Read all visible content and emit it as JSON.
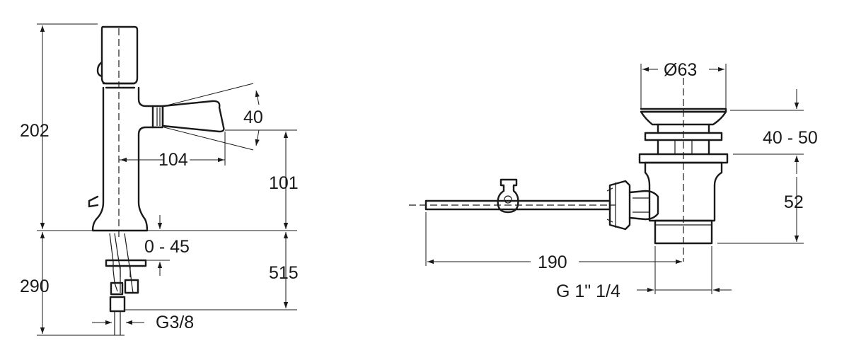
{
  "faucet": {
    "dim_height_body": "202",
    "dim_height_lower": "290",
    "dim_spout_reach": "104",
    "dim_spout_angle": "40",
    "dim_spout_height": "101",
    "dim_deck_thickness": "0 - 45",
    "dim_hose_length": "515",
    "dim_connection": "G3/8"
  },
  "waste": {
    "dim_diameter": "Ø63",
    "dim_plug_height": "40 - 50",
    "dim_body_height": "52",
    "dim_rod_length": "190",
    "dim_thread": "G 1\" 1/4"
  }
}
